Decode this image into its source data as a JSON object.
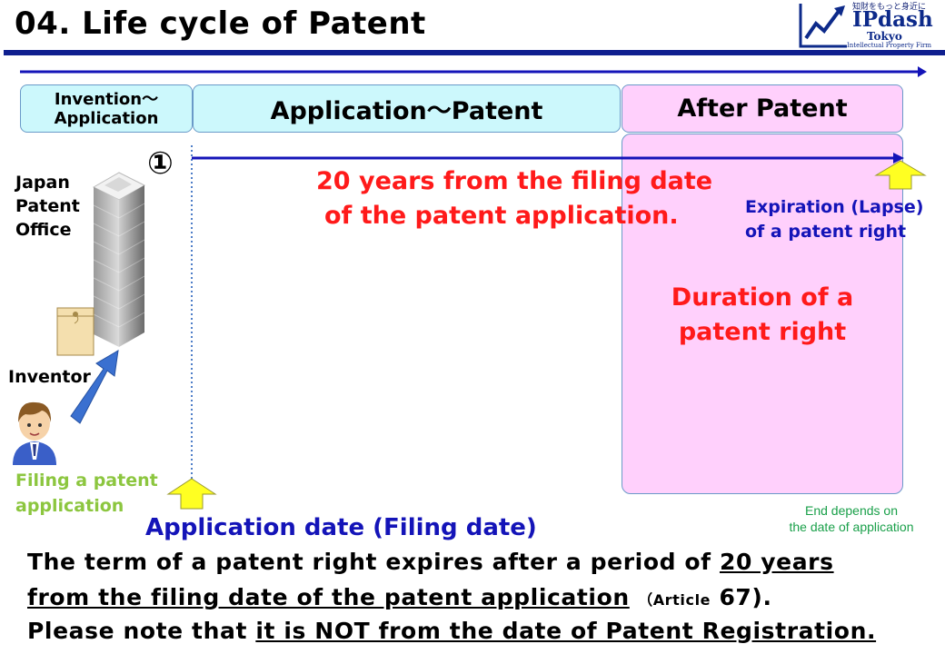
{
  "header": {
    "title": "04. Life cycle of Patent",
    "logo": {
      "tagline": "知財をもっと身近に",
      "name": "IPdash",
      "city": "Tokyo",
      "firm": "Intellectual Property Firm"
    }
  },
  "phases": {
    "invention": "Invention～ Application",
    "application": "Application～Patent",
    "after": "After Patent"
  },
  "timeline": {
    "marker": "①",
    "term_line1": "20 years from the filing date",
    "term_line2": "of the patent application.",
    "expiration_line1": "Expiration (Lapse)",
    "expiration_line2": "of a patent right",
    "duration_line1": "Duration of a",
    "duration_line2": "patent right",
    "end_note_line1": "End depends on",
    "end_note_line2": "the date of application",
    "application_date": "Application date (Filing date)"
  },
  "actors": {
    "office_line1": "Japan",
    "office_line2": "Patent",
    "office_line3": "Office",
    "inventor": "Inventor",
    "filing_line1": "Filing a patent",
    "filing_line2": "application"
  },
  "footer": {
    "l1_a": "The term of a patent right expires after a period of ",
    "l1_b": "20 years",
    "l2_a": "from the filing date of the patent application",
    "l2_b": "（Article",
    "l2_c": "67).",
    "l3_a": "Please note that ",
    "l3_b": "it is NOT from the date of Patent Registration."
  },
  "colors": {
    "rule": "#0f1f8f",
    "phase_blue": "#ccf8fc",
    "phase_pink": "#ffd0fc",
    "accent_red": "#ff1a1a",
    "accent_blue": "#1414b8",
    "filing_green": "#8cc63f",
    "arrow_yellow": "#ffff22"
  }
}
